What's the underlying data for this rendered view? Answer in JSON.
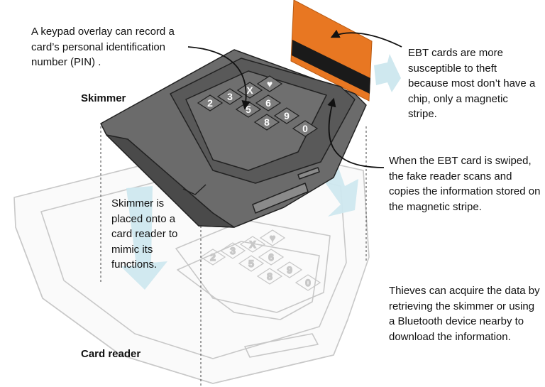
{
  "labels": {
    "skimmer": "Skimmer",
    "card_reader": "Card reader"
  },
  "captions": {
    "keypad_overlay": "A keypad overlay can record a card’s personal identification number (PIN) .",
    "ebt_theft": "EBT cards are more susceptible to theft because most don’t have a chip, only a magnetic stripe.",
    "swipe": "When the EBT card is swiped, the fake reader scans and copies the information stored on the magnetic stripe.",
    "skimmer_placed": "Skimmer is placed onto a card reader to mimic its functions.",
    "thieves": "Thieves can acquire the data by retrieving the skimmer or using a Bluetooth device nearby to download the information."
  },
  "skimmer_keys": [
    "2",
    "3",
    "X",
    "♥",
    "5",
    "6",
    "8",
    "9",
    "0"
  ],
  "reader_keys": [
    "2",
    "3",
    "X",
    "♥",
    "5",
    "6",
    "8",
    "9",
    "0"
  ],
  "colors": {
    "card": "#E87722",
    "stripe": "#1a1a1a",
    "skimmer_body": "#555555",
    "skimmer_face": "#6b6b6b",
    "outline": "#222222",
    "reader_line": "#c8c8c8",
    "arrow_fill": "#cfe8ef"
  }
}
